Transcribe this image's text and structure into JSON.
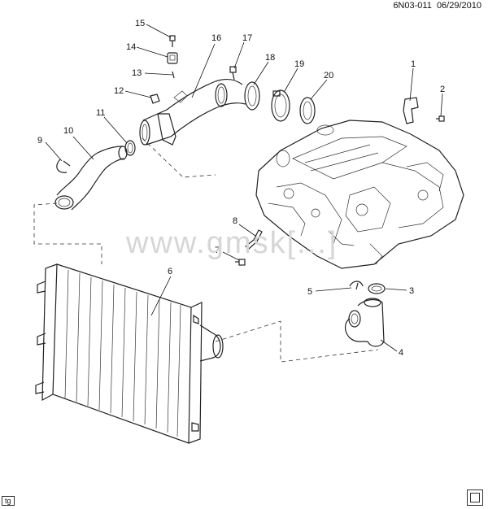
{
  "header": {
    "code": "6N03-011",
    "date": "06/29/2010"
  },
  "watermark": "www.gmsk[...]",
  "footer": {
    "tag": "tg"
  },
  "callouts": [
    "1",
    "2",
    "3",
    "4",
    "5",
    "6",
    "7",
    "8",
    "9",
    "10",
    "11",
    "12",
    "13",
    "14",
    "15",
    "16",
    "17",
    "18",
    "19",
    "20"
  ],
  "colors": {
    "line": "#222222",
    "background": "#ffffff",
    "watermark": "#d6d6d6"
  }
}
